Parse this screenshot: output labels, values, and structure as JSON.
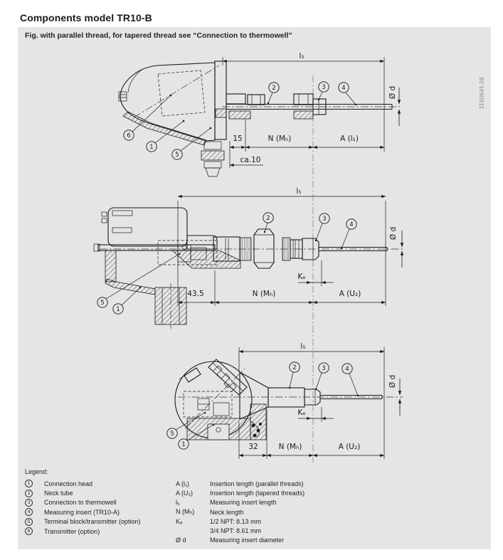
{
  "page": {
    "title": "Components model TR10-B"
  },
  "figure": {
    "caption": "Fig. with parallel thread, for tapered thread see “Connection to thermowell”",
    "doc_number": "3160645.08",
    "colors": {
      "panel": "#e4e5e4",
      "line": "#1a1a1a",
      "reference_line": "#8f8f8f",
      "doc_number_text": "#8b8b8b"
    }
  },
  "drawings": {
    "top": {
      "insert_length": "l₅",
      "dim_gland": "15",
      "dim_neck": "N (Mₕ)",
      "dim_insertion": "A (l₁)",
      "dim_head_gap": "ca.10",
      "dim_diameter": "Ø d",
      "balloons": [
        "1",
        "2",
        "3",
        "4",
        "5",
        "6"
      ]
    },
    "middle": {
      "insert_length": "l₅",
      "dim_extension": "43.5",
      "dim_neck": "N (Mₕ)",
      "dim_insertion": "A (U₂)",
      "dim_engagement": "Kₑ",
      "dim_diameter": "Ø d",
      "balloons": [
        "1",
        "2",
        "3",
        "4",
        "5"
      ]
    },
    "bottom": {
      "insert_length": "l₅",
      "dim_extension": "32",
      "dim_neck": "N (Mₕ)",
      "dim_insertion": "A (U₂)",
      "dim_engagement": "Kₑ",
      "dim_diameter": "Ø d",
      "balloons": [
        "1",
        "2",
        "3",
        "4",
        "5"
      ]
    }
  },
  "legend": {
    "heading": "Legend:",
    "items": [
      {
        "num": "1",
        "label": "Connection head"
      },
      {
        "num": "2",
        "label": "Neck tube"
      },
      {
        "num": "3",
        "label": "Connection to thermowell"
      },
      {
        "num": "4",
        "label": "Measuring insert (TR10-A)"
      },
      {
        "num": "5",
        "label": "Terminal block/transmitter (option)"
      },
      {
        "num": "6",
        "label": "Transmitter (option)"
      }
    ],
    "symbols": [
      {
        "sym": "A (l₁)",
        "desc": "Insertion length (parallel threads)"
      },
      {
        "sym": "A (U₂)",
        "desc": "Insertion length (tapered threads)"
      },
      {
        "sym": "l₅",
        "desc": "Measuring insert length"
      },
      {
        "sym": "N (Mₕ)",
        "desc": "Neck length"
      },
      {
        "sym": "Kₑ",
        "desc": "1/2 NPT: 8.13 mm"
      },
      {
        "sym": "",
        "desc": "3/4 NPT: 8.61 mm"
      },
      {
        "sym": "Ø d",
        "desc": "Measuring insert diameter"
      }
    ]
  }
}
